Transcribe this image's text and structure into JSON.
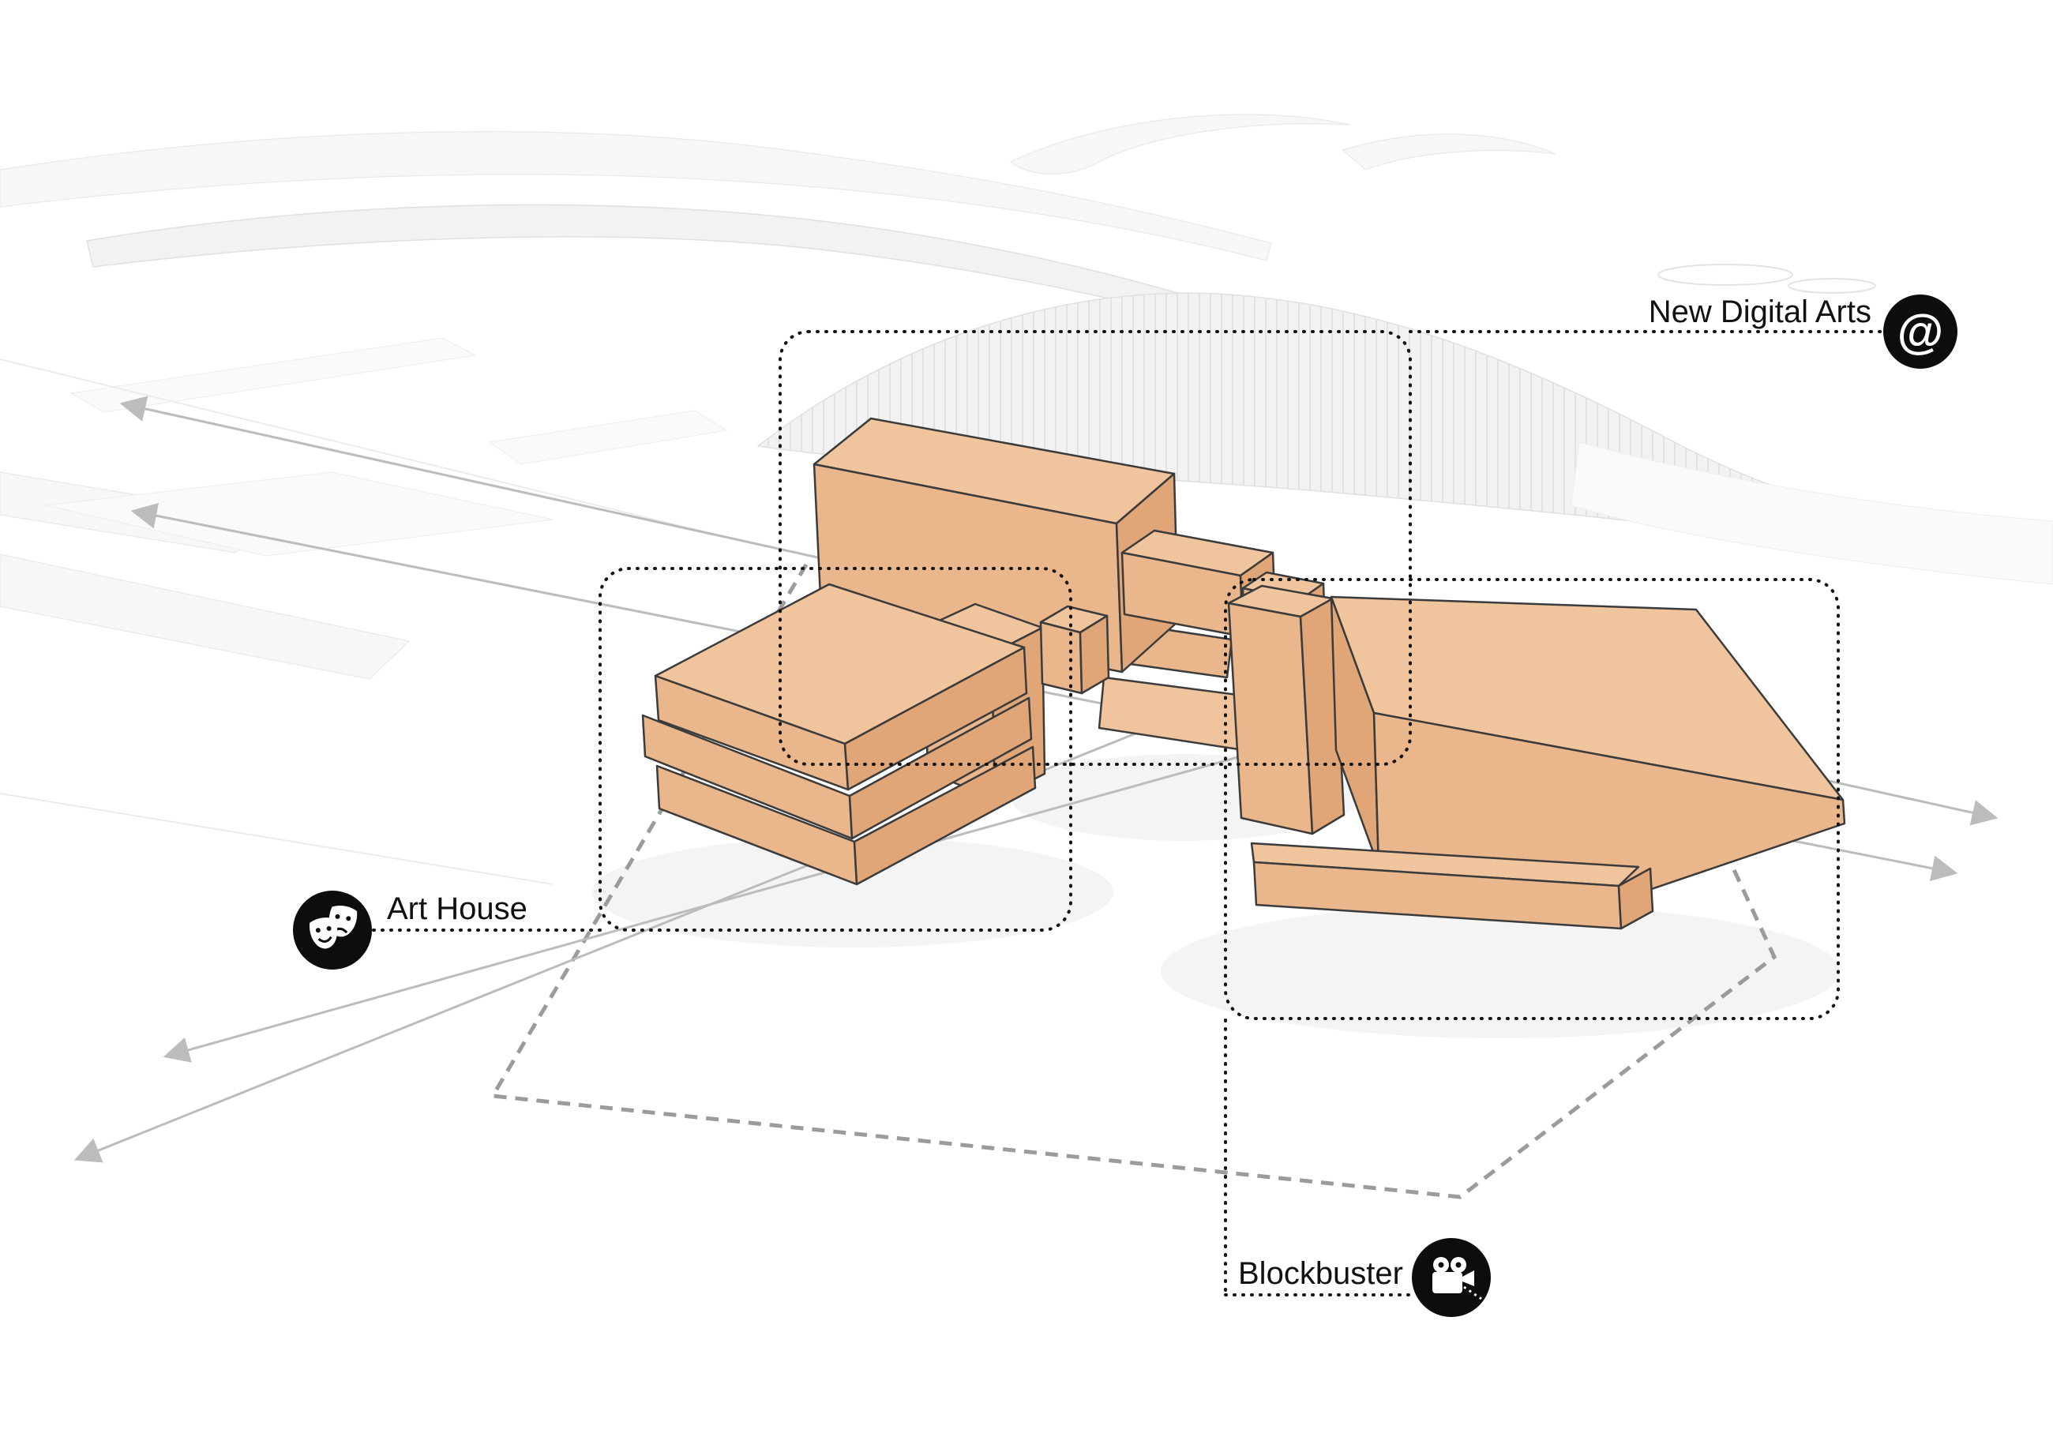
{
  "diagram": {
    "type": "architectural-massing-program-diagram",
    "labels": {
      "new_digital_arts": "New Digital Arts",
      "art_house": "Art House",
      "blockbuster": "Blockbuster"
    },
    "icons": [
      {
        "name": "at-icon",
        "glyph": "@"
      },
      {
        "name": "theater-masks-icon"
      },
      {
        "name": "film-camera-icon"
      }
    ],
    "colors": {
      "background": "#ffffff",
      "building_top": "#f0c49c",
      "building_front": "#eab68b",
      "building_side": "#e0a678",
      "building_outline": "#3b3b3b",
      "zone_dotted": "#141414",
      "site_dashed": "#9b9b9b",
      "flow_arrow": "#bcbcbc",
      "terrain_fill": "#f2f2f2",
      "terrain_stroke": "#e0e0e0",
      "label_text": "#111111",
      "icon_bg": "#0d0d0d",
      "icon_fg": "#ffffff"
    }
  }
}
